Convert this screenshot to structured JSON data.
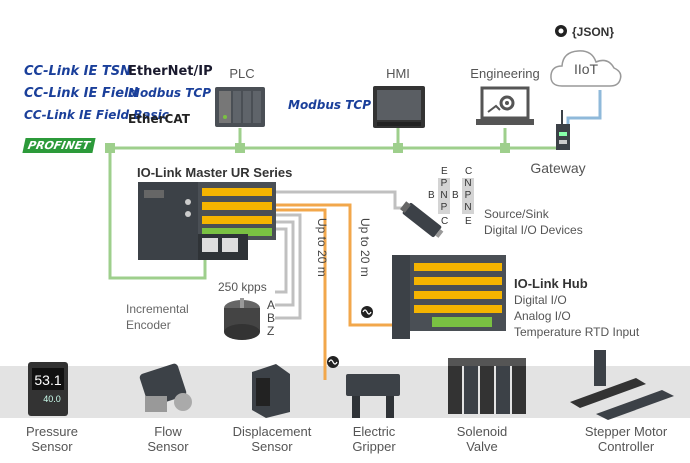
{
  "protocols": {
    "cclink_ie_tsn": "CC-Link IE TSN",
    "cclink_ie_field": "CC-Link IE Field",
    "cclink_ie_field_basic": "CC-Link IE Field Basic",
    "profinet": "PROFINET",
    "ethernet_ip": "EtherNet/IP",
    "modbus_tcp": "Modbus TCP",
    "ethercat": "EtherCAT",
    "modbus_tcp_mid": "Modbus TCP"
  },
  "devices": {
    "plc": "PLC",
    "hmi": "HMI",
    "engineering": "Engineering",
    "iiot": "IIoT",
    "json": "{JSON}",
    "gateway": "Gateway",
    "io_link_master": "IO-Link Master UR Series",
    "io_link_hub": "IO-Link Hub",
    "hub_features": [
      "Digital I/O",
      "Analog I/O",
      "Temperature RTD Input"
    ],
    "source_sink_line1": "Source/Sink",
    "source_sink_line2": "Digital I/O Devices",
    "encoder_line1": "Incremental",
    "encoder_line2": "Encoder",
    "encoder_speed": "250 kpps",
    "encoder_channels": [
      "A",
      "B",
      "Z"
    ],
    "cable_length_1": "Up to 20 m",
    "cable_length_2": "Up to 20 m",
    "pnp_left": {
      "top": "E",
      "letters": [
        "P",
        "N",
        "P"
      ],
      "side": "B",
      "bottom": "C"
    },
    "npn_right": {
      "top": "C",
      "letters": [
        "N",
        "P",
        "N"
      ],
      "side": "B",
      "bottom": "E"
    }
  },
  "sensors": [
    {
      "line1": "Pressure",
      "line2": "Sensor"
    },
    {
      "line1": "Flow",
      "line2": "Sensor"
    },
    {
      "line1": "Displacement",
      "line2": "Sensor"
    },
    {
      "line1": "Electric",
      "line2": "Gripper"
    },
    {
      "line1": "Solenoid",
      "line2": "Valve"
    },
    {
      "line1": "Stepper Motor",
      "line2": "Controller"
    }
  ],
  "pressure_display": {
    "main": "53.1",
    "sub": "40.0"
  },
  "colors": {
    "network_line": "#9ecf8c",
    "iot_line": "#8fb9da",
    "io_line": "#c0c0c0",
    "io_link_line": "#f2a74b",
    "cclink_blue": "#1a3f9a",
    "profinet_green": "#2c9a3a",
    "modbus_orange": "#f5a300"
  }
}
